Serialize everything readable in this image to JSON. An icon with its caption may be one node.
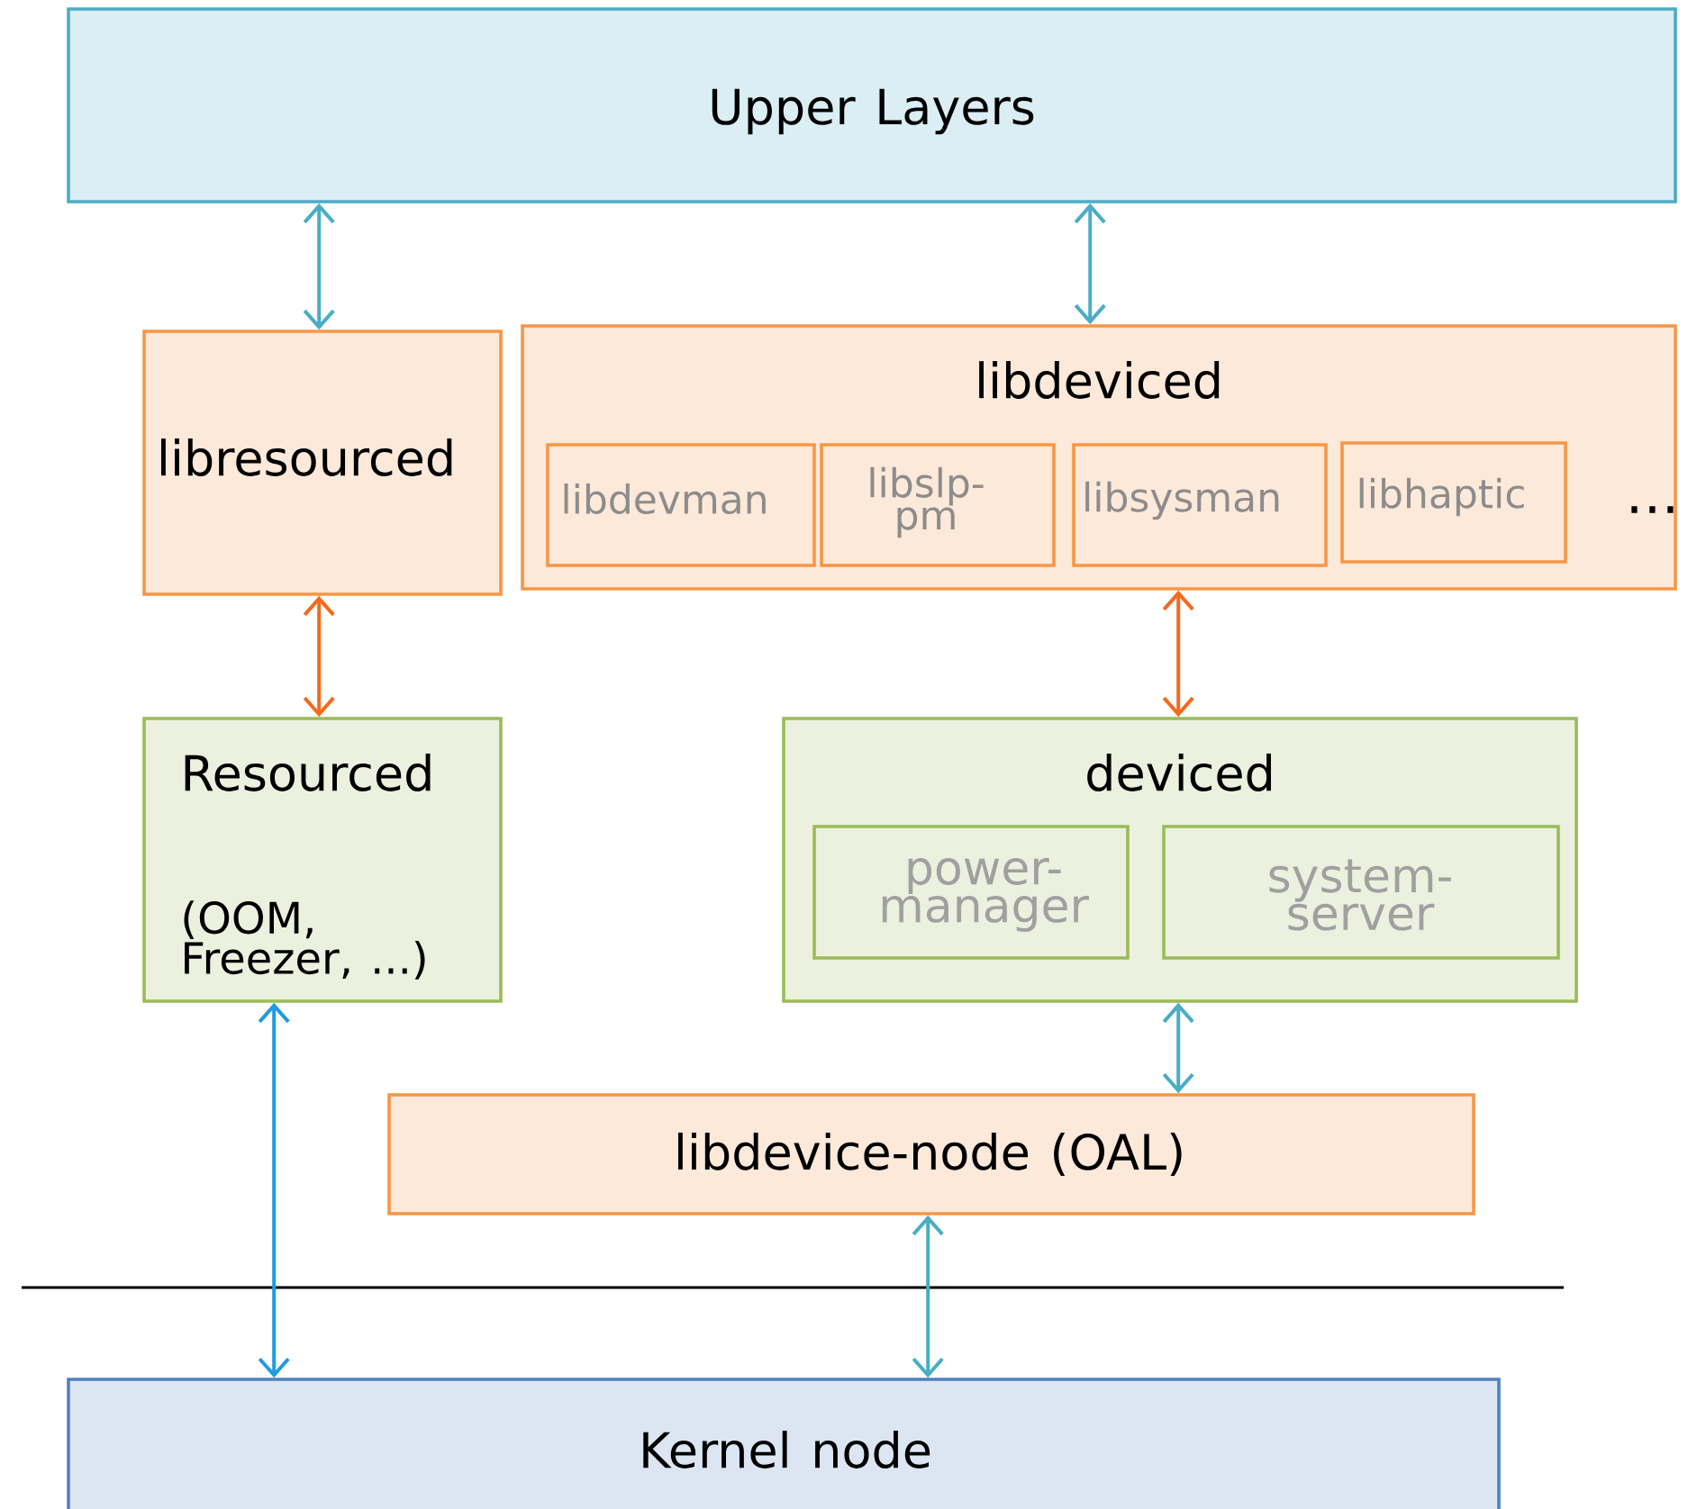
{
  "diagram": {
    "nodes": [
      {
        "text": [
          "Upper Layers"
        ]
      },
      {
        "text": [
          "libresourced"
        ]
      },
      {
        "text": [
          "libdeviced"
        ]
      },
      {
        "text": [
          "libdevman"
        ],
        "in": 2
      },
      {
        "text": [
          "libslp-pm"
        ],
        "in": 2
      },
      {
        "text": [
          "libsysman"
        ],
        "in": 2
      },
      {
        "text": [
          "libhaptic"
        ],
        "in": 2
      },
      {
        "text": [
          "Resourced",
          "(OOM, Freezer, ...)"
        ]
      },
      {
        "text": [
          "deviced"
        ]
      },
      {
        "text": [
          "power-manager"
        ],
        "in": 8
      },
      {
        "text": [
          "system-server"
        ],
        "in": 8
      },
      {
        "text": [
          "libdevice-node (OAL)"
        ]
      },
      {
        "text": [
          "Kernel node"
        ]
      }
    ],
    "edges": [
      {
        "from": 0,
        "to": 1,
        "arrow": "both"
      },
      {
        "from": 0,
        "to": 2,
        "arrow": "both"
      },
      {
        "from": 1,
        "to": 7,
        "arrow": "both",
        "color": "#f26b1d"
      },
      {
        "from": 2,
        "to": 8,
        "arrow": "both",
        "color": "#f26b1d"
      },
      {
        "from": 7,
        "to": 12,
        "arrow": "both",
        "color": "#1f9be0"
      },
      {
        "from": 8,
        "to": 11,
        "arrow": "both"
      },
      {
        "from": 11,
        "to": 12,
        "arrow": "both"
      }
    ],
    "labels": [
      "…"
    ]
  }
}
